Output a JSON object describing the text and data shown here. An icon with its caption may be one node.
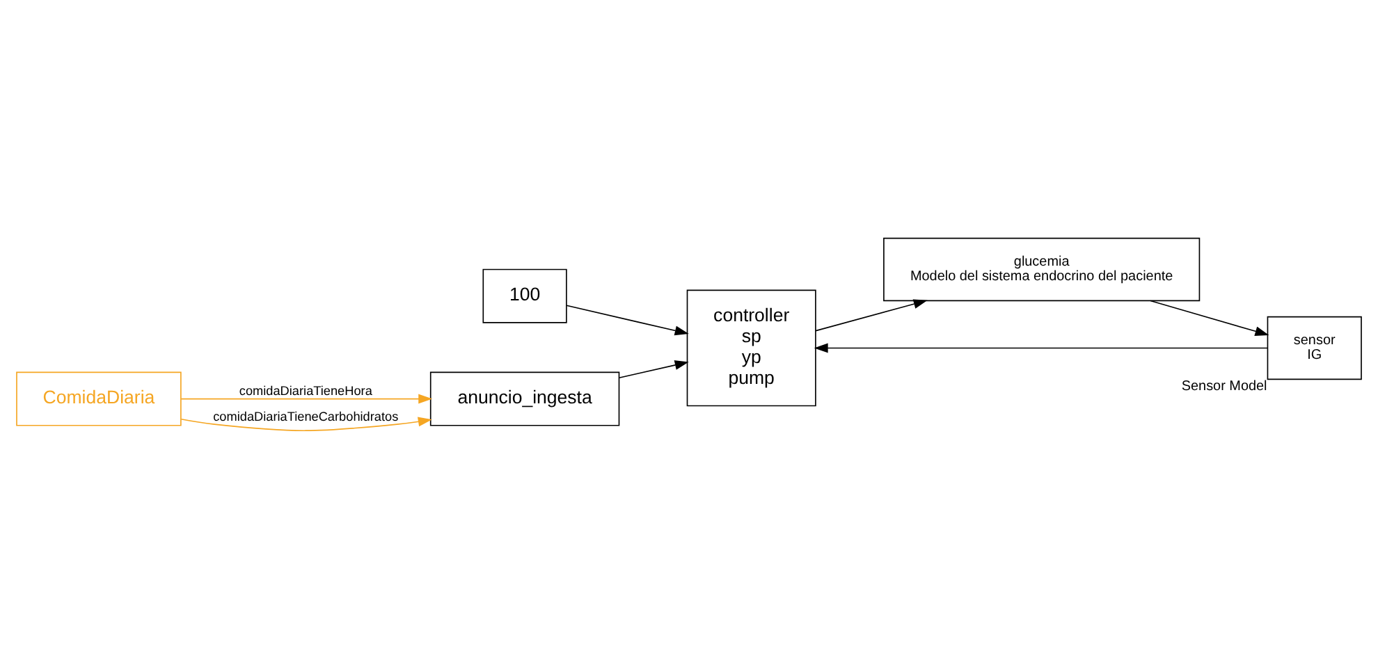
{
  "diagram": {
    "nodes": [
      {
        "text": [
          "100"
        ]
      },
      {
        "text": [
          "controller",
          "sp",
          "yp",
          "pump"
        ]
      },
      {
        "text": [
          "glucemia",
          "Modelo del sistema endocrino del paciente"
        ]
      },
      {
        "text": [
          "ComidaDiaria"
        ]
      },
      {
        "text": [
          "anuncio_ingesta"
        ]
      },
      {
        "text": [
          "sensor",
          "IG"
        ],
        "beside": [
          "Sensor Model"
        ]
      }
    ],
    "edges": [
      {
        "from": 0,
        "to": 1,
        "arrow": "to"
      },
      {
        "from": 1,
        "to": 2,
        "arrow": "to"
      },
      {
        "from": 2,
        "to": 5,
        "arrow": "to"
      },
      {
        "from": 5,
        "to": 1,
        "arrow": "to"
      },
      {
        "from": 4,
        "to": 1,
        "arrow": "to"
      },
      {
        "from": 3,
        "to": 4,
        "arrow": "to",
        "label": "comidaDiariaTieneHora",
        "color": "#f5a623"
      },
      {
        "from": 3,
        "to": 4,
        "arrow": "to",
        "label": "comidaDiariaTieneCarbohidratos",
        "color": "#f5a623"
      }
    ]
  }
}
